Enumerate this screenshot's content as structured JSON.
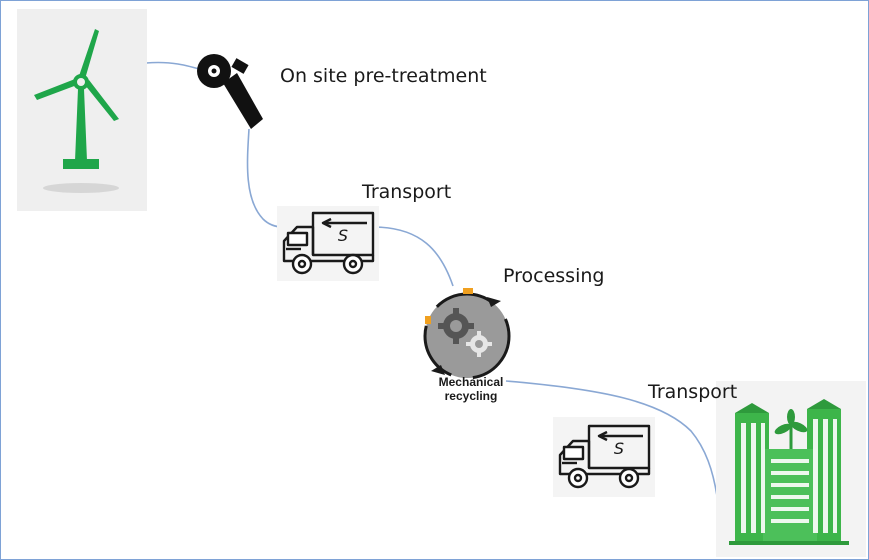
{
  "diagram": {
    "steps": {
      "pretreatment": "On site pre-treatment",
      "transport_1": "Transport",
      "processing": "Processing",
      "mechanical_line1": "Mechanical",
      "mechanical_line2": "recycling",
      "transport_2": "Transport"
    },
    "truck_logo": "S",
    "icons": {
      "source": "wind-turbine-icon",
      "pretreatment": "angle-grinder-icon",
      "transport": "delivery-truck-icon",
      "processing": "recycling-gears-icon",
      "destination": "green-buildings-icon"
    },
    "colors": {
      "turbine_green": "#1fa64a",
      "building_green": "#3db54a",
      "connector_blue": "#8aa8d4",
      "frame_border": "#7ea2d6"
    }
  }
}
